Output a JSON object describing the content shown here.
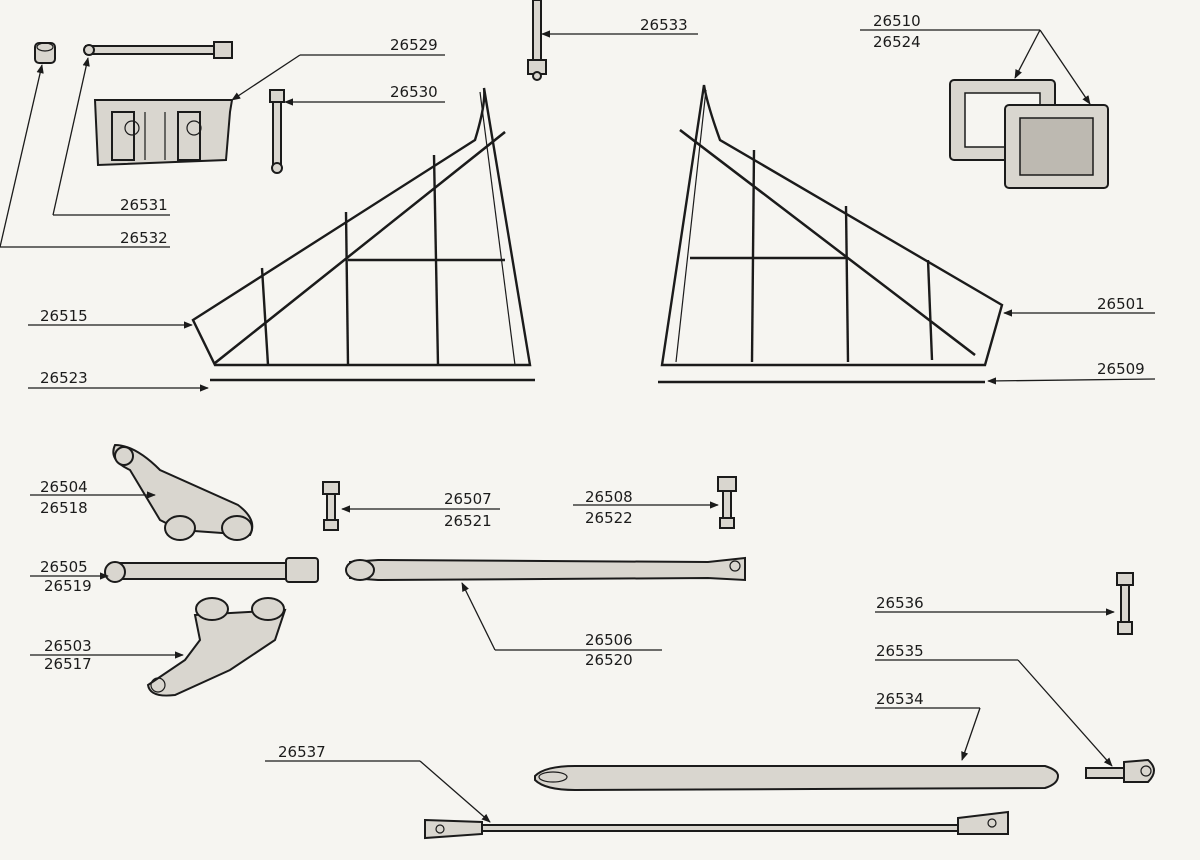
{
  "labels": {
    "p26529": "26529",
    "p26530": "26530",
    "p26531": "26531",
    "p26532": "26532",
    "p26533": "26533",
    "p26510": "26510",
    "p26524": "26524",
    "p26515": "26515",
    "p26523": "26523",
    "p26501": "26501",
    "p26509": "26509",
    "p26504": "26504",
    "p26518": "26518",
    "p26505": "26505",
    "p26519": "26519",
    "p26503": "26503",
    "p26517": "26517",
    "p26507": "26507",
    "p26521": "26521",
    "p26508": "26508",
    "p26522": "26522",
    "p26506": "26506",
    "p26520": "26520",
    "p26536": "26536",
    "p26535": "26535",
    "p26534": "26534",
    "p26537": "26537"
  }
}
